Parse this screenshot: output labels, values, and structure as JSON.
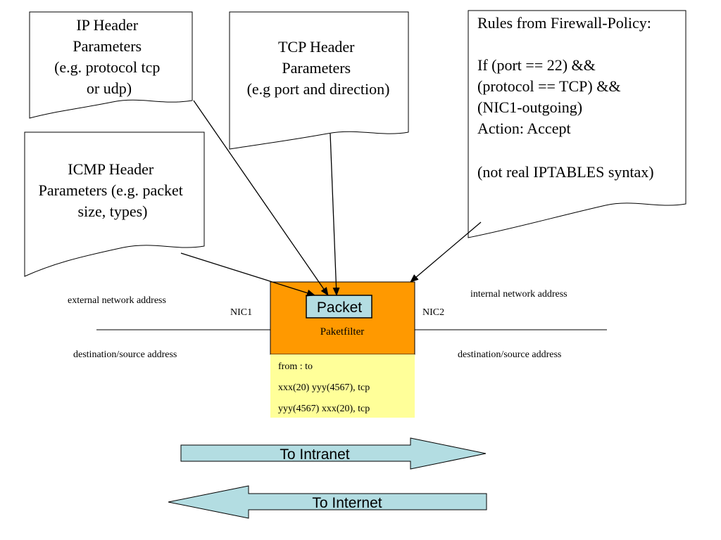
{
  "doc_boxes": {
    "ip": {
      "lines": [
        "IP Header",
        "Parameters",
        "(e.g. protocol tcp",
        "or udp)"
      ]
    },
    "tcp": {
      "lines": [
        "TCP Header",
        "Parameters",
        "(e.g port and direction)"
      ]
    },
    "icmp": {
      "lines": [
        "ICMP Header",
        "Parameters (e.g. packet",
        "size, types)"
      ]
    },
    "rules": {
      "lines": [
        "Rules from Firewall-Policy:",
        "",
        "If (port == 22) &&",
        "(protocol == TCP)  &&",
        "(NIC1-outgoing)",
        "Action: Accept",
        "",
        "(not real IPTABLES syntax)"
      ]
    }
  },
  "network": {
    "external_label": "external network address",
    "internal_label": "internal network address",
    "dest_src_left": "destination/source address",
    "dest_src_right": "destination/source address",
    "nic1": "NIC1",
    "nic2": "NIC2"
  },
  "firewall": {
    "packet_label": "Packet",
    "filter_label": "Paketfilter",
    "table_rows": [
      "from   :  to",
      "xxx(20)  yyy(4567), tcp",
      "yyy(4567) xxx(20), tcp"
    ],
    "colors": {
      "orange": "#ff9900",
      "yellow": "#ffff99",
      "packet_fill": "#b3dde2"
    }
  },
  "arrows": {
    "to_intranet": "To Intranet",
    "to_internet": "To Internet",
    "arrow_fill": "#b3dde2"
  }
}
